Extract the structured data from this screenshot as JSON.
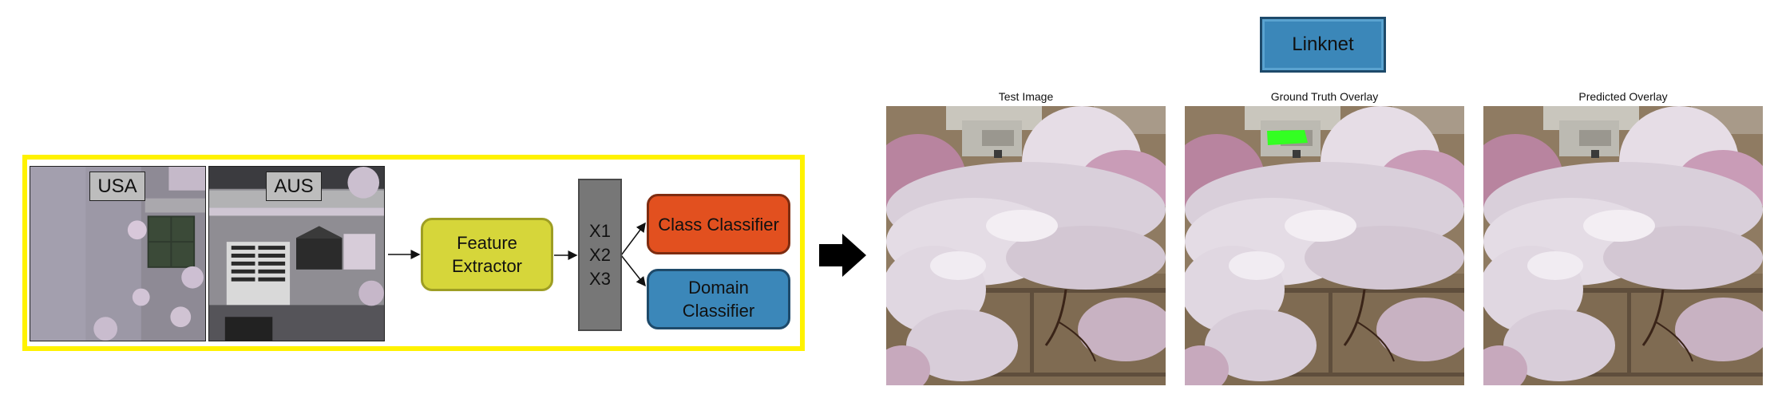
{
  "pipeline": {
    "source_tag": "USA",
    "target_tag": "AUS",
    "feature_extractor": "Feature\nExtractor",
    "features": [
      "X1",
      "X2",
      "X3"
    ],
    "class_classifier": "Class Classifier",
    "domain_classifier": "Domain\nClassifier"
  },
  "model_label": "Linknet",
  "panels": [
    {
      "title": "Test Image"
    },
    {
      "title": "Ground Truth Overlay"
    },
    {
      "title": "Predicted Overlay"
    }
  ],
  "colors": {
    "frame": "#fff200",
    "feature_extractor": "#d6d63a",
    "class_classifier": "#e2501f",
    "domain_classifier": "#3b87b9",
    "ground_truth_mask": "#33ff22"
  }
}
